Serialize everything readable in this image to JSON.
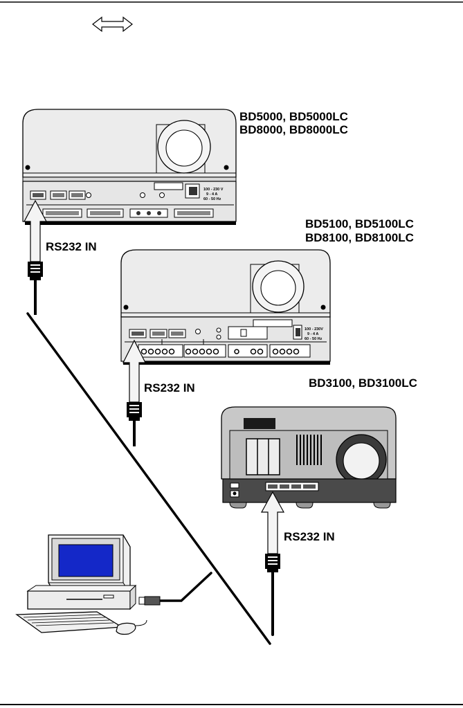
{
  "projectors": [
    {
      "models_line1": "BD5000, BD5000LC",
      "models_line2": "BD8000, BD8000LC",
      "power_rating": [
        "100 - 230 V",
        "9 - 4 A",
        "60 - 50 Hz"
      ]
    },
    {
      "models_line1": "BD5100, BD5100LC",
      "models_line2": "BD8100, BD8100LC",
      "power_rating": [
        "100 - 230V",
        "9 - 4 A",
        "60 - 50 Hz"
      ]
    },
    {
      "models_line1": "BD3100, BD3100LC",
      "models_line2": ""
    }
  ],
  "connection_label": "RS232 IN",
  "icons": {
    "double_arrow": "double-headed-arrow-icon",
    "computer": "desktop-computer-icon",
    "connector": "rs232-connector-icon"
  },
  "colors": {
    "line": "#000000",
    "screen": "#1428c8",
    "projector_body": "#ececec",
    "dark_body": "#4a4a4a",
    "arrow_fill": "#f4f4f4"
  }
}
